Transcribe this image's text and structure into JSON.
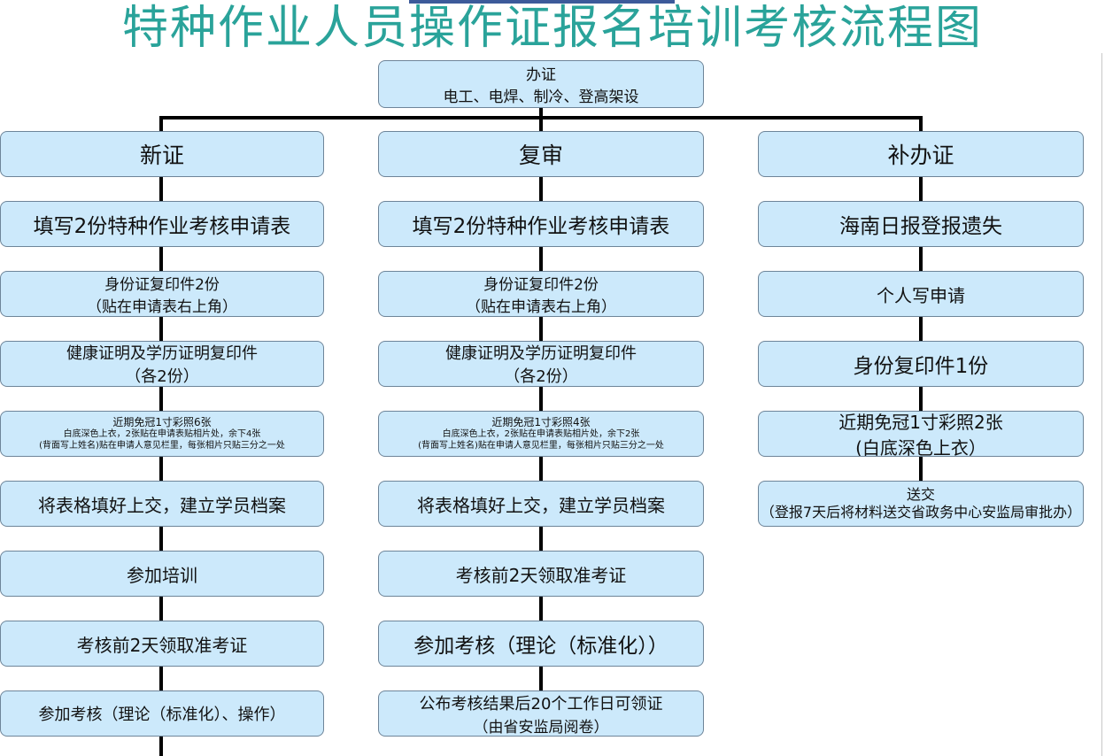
{
  "title": "特种作业人员操作证报名培训考核流程图",
  "root": {
    "line1": "办证",
    "line2": "电工、电焊、制冷、登高架设"
  },
  "columns": [
    {
      "header": "新证",
      "steps": [
        {
          "lines": [
            "填写2份特种作业考核申请表"
          ]
        },
        {
          "lines": [
            "身份证复印件2份",
            "（贴在申请表右上角）"
          ]
        },
        {
          "lines": [
            "健康证明及学历证明复印件",
            "（各2份）"
          ]
        },
        {
          "lines": [
            "近期免冠1寸彩照6张",
            "白底深色上衣，2张贴在申请表贴相片处，余下4张",
            "(背面写上姓名)贴在申请人意见栏里，每张相片只贴三分之一处"
          ]
        },
        {
          "lines": [
            "将表格填好上交，建立学员档案"
          ]
        },
        {
          "lines": [
            "参加培训"
          ]
        },
        {
          "lines": [
            "考核前2天领取准考证"
          ]
        },
        {
          "lines": [
            "参加考核（理论（标准化）、操作）"
          ]
        }
      ]
    },
    {
      "header": "复审",
      "steps": [
        {
          "lines": [
            "填写2份特种作业考核申请表"
          ]
        },
        {
          "lines": [
            "身份证复印件2份",
            "（贴在申请表右上角）"
          ]
        },
        {
          "lines": [
            "健康证明及学历证明复印件",
            "（各2份）"
          ]
        },
        {
          "lines": [
            "近期免冠1寸彩照4张",
            "白底深色上衣，2张贴在申请表贴相片处，余下2张",
            "(背面写上姓名)贴在申请人意见栏里，每张相片只贴三分之一处"
          ]
        },
        {
          "lines": [
            "将表格填好上交，建立学员档案"
          ]
        },
        {
          "lines": [
            "考核前2天领取准考证"
          ]
        },
        {
          "lines": [
            "参加考核（理论（标准化））"
          ]
        },
        {
          "lines": [
            "公布考核结果后20个工作日可领证",
            "（由省安监局阅卷）"
          ]
        }
      ]
    },
    {
      "header": "补办证",
      "steps": [
        {
          "lines": [
            "海南日报登报遗失"
          ]
        },
        {
          "lines": [
            "个人写申请"
          ]
        },
        {
          "lines": [
            "身份复印件1份"
          ]
        },
        {
          "lines": [
            "近期免冠1寸彩照2张",
            "(白底深色上衣）"
          ]
        },
        {
          "lines": [
            "送交",
            "（登报7天后将材料送交省政务中心安监局审批办）"
          ]
        }
      ]
    }
  ]
}
